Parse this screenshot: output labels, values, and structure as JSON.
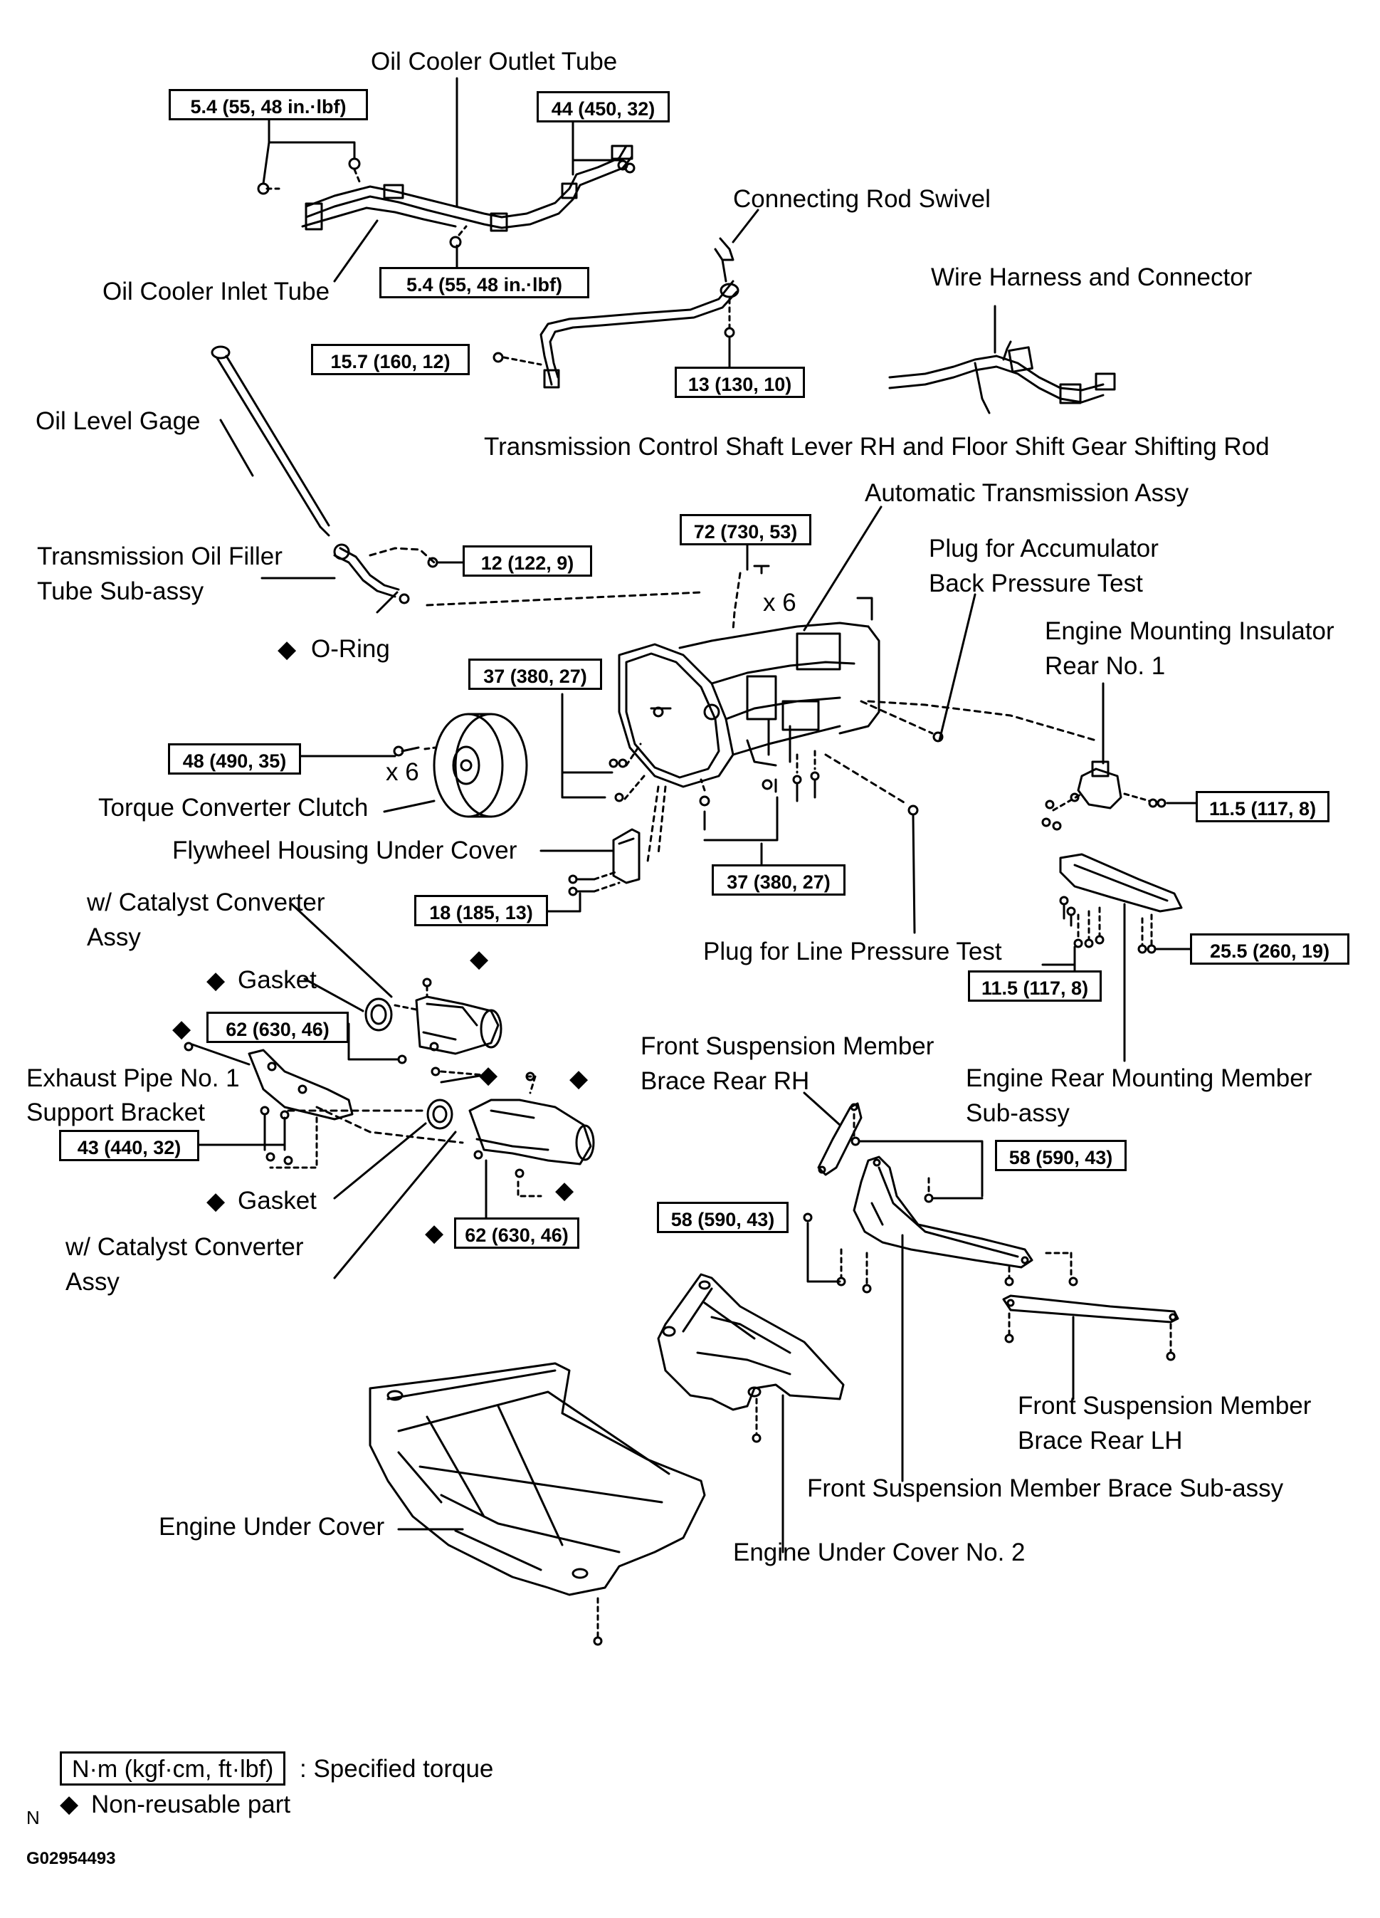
{
  "labels": {
    "oil_cooler_outlet": "Oil Cooler Outlet Tube",
    "oil_cooler_inlet": "Oil Cooler Inlet Tube",
    "connecting_rod": "Connecting Rod Swivel",
    "wire_harness": "Wire Harness and Connector",
    "oil_level_gage": "Oil Level Gage",
    "control_shaft": "Transmission Control Shaft Lever RH and Floor Shift Gear Shifting Rod",
    "auto_trans": "Automatic Transmission Assy",
    "filler_tube_1": "Transmission Oil Filler",
    "filler_tube_2": "Tube  Sub-assy",
    "plug_accum_1": "Plug for Accumulator",
    "plug_accum_2": "Back Pressure Test",
    "engine_mount_1": "Engine Mounting Insulator",
    "engine_mount_2": "Rear No. 1",
    "o_ring": "O-Ring",
    "times6_a": "x 6",
    "times6_b": "x 6",
    "torque_converter": "Torque Converter Clutch",
    "flywheel_cover": "Flywheel Housing Under Cover",
    "cat1_1": "w/ Catalyst Converter",
    "cat1_2": "Assy",
    "plug_line": "Plug for Line Pressure Test",
    "gasket_1": "Gasket",
    "front_susp_rh_1": "Front Suspension Member",
    "front_susp_rh_2": "Brace Rear RH",
    "exhaust_1": "Exhaust Pipe No. 1",
    "exhaust_2": "Support Bracket",
    "engine_rear_1": "Engine Rear Mounting Member",
    "engine_rear_2": "Sub-assy",
    "gasket_2": "Gasket",
    "cat2_1": "w/ Catalyst Converter",
    "cat2_2": "Assy",
    "front_susp_lh_1": "Front Suspension Member",
    "front_susp_lh_2": "Brace Rear LH",
    "front_susp_brace": "Front Suspension Member Brace Sub-assy",
    "engine_under": "Engine Under Cover",
    "engine_under_2": "Engine Under Cover No. 2"
  },
  "torques": {
    "t_54_a": "5.4 (55, 48 in.·lbf)",
    "t_44": "44 (450, 32)",
    "t_54_b": "5.4 (55, 48 in.·lbf)",
    "t_157": "15.7 (160, 12)",
    "t_13": "13 (130, 10)",
    "t_72": "72 (730, 53)",
    "t_12": "12 (122, 9)",
    "t_37_a": "37 (380, 27)",
    "t_48": "48 (490, 35)",
    "t_115_a": "11.5 (117, 8)",
    "t_37_b": "37 (380, 27)",
    "t_18": "18 (185, 13)",
    "t_255": "25.5 (260, 19)",
    "t_115_b": "11.5 (117, 8)",
    "t_62_a": "62 (630, 46)",
    "t_43": "43 (440, 32)",
    "t_58_a": "58 (590, 43)",
    "t_58_b": "58 (590, 43)",
    "t_62_b": "62 (630, 46)"
  },
  "legend": {
    "torque_unit": "N·m (kgf·cm, ft·lbf)",
    "torque_text": ": Specified torque",
    "nonreusable_text": "Non-reusable part",
    "diamond": "◆"
  },
  "footer": {
    "n_mark": "N",
    "code": "G02954493"
  },
  "icons": {
    "diamond": "diamond-icon"
  }
}
